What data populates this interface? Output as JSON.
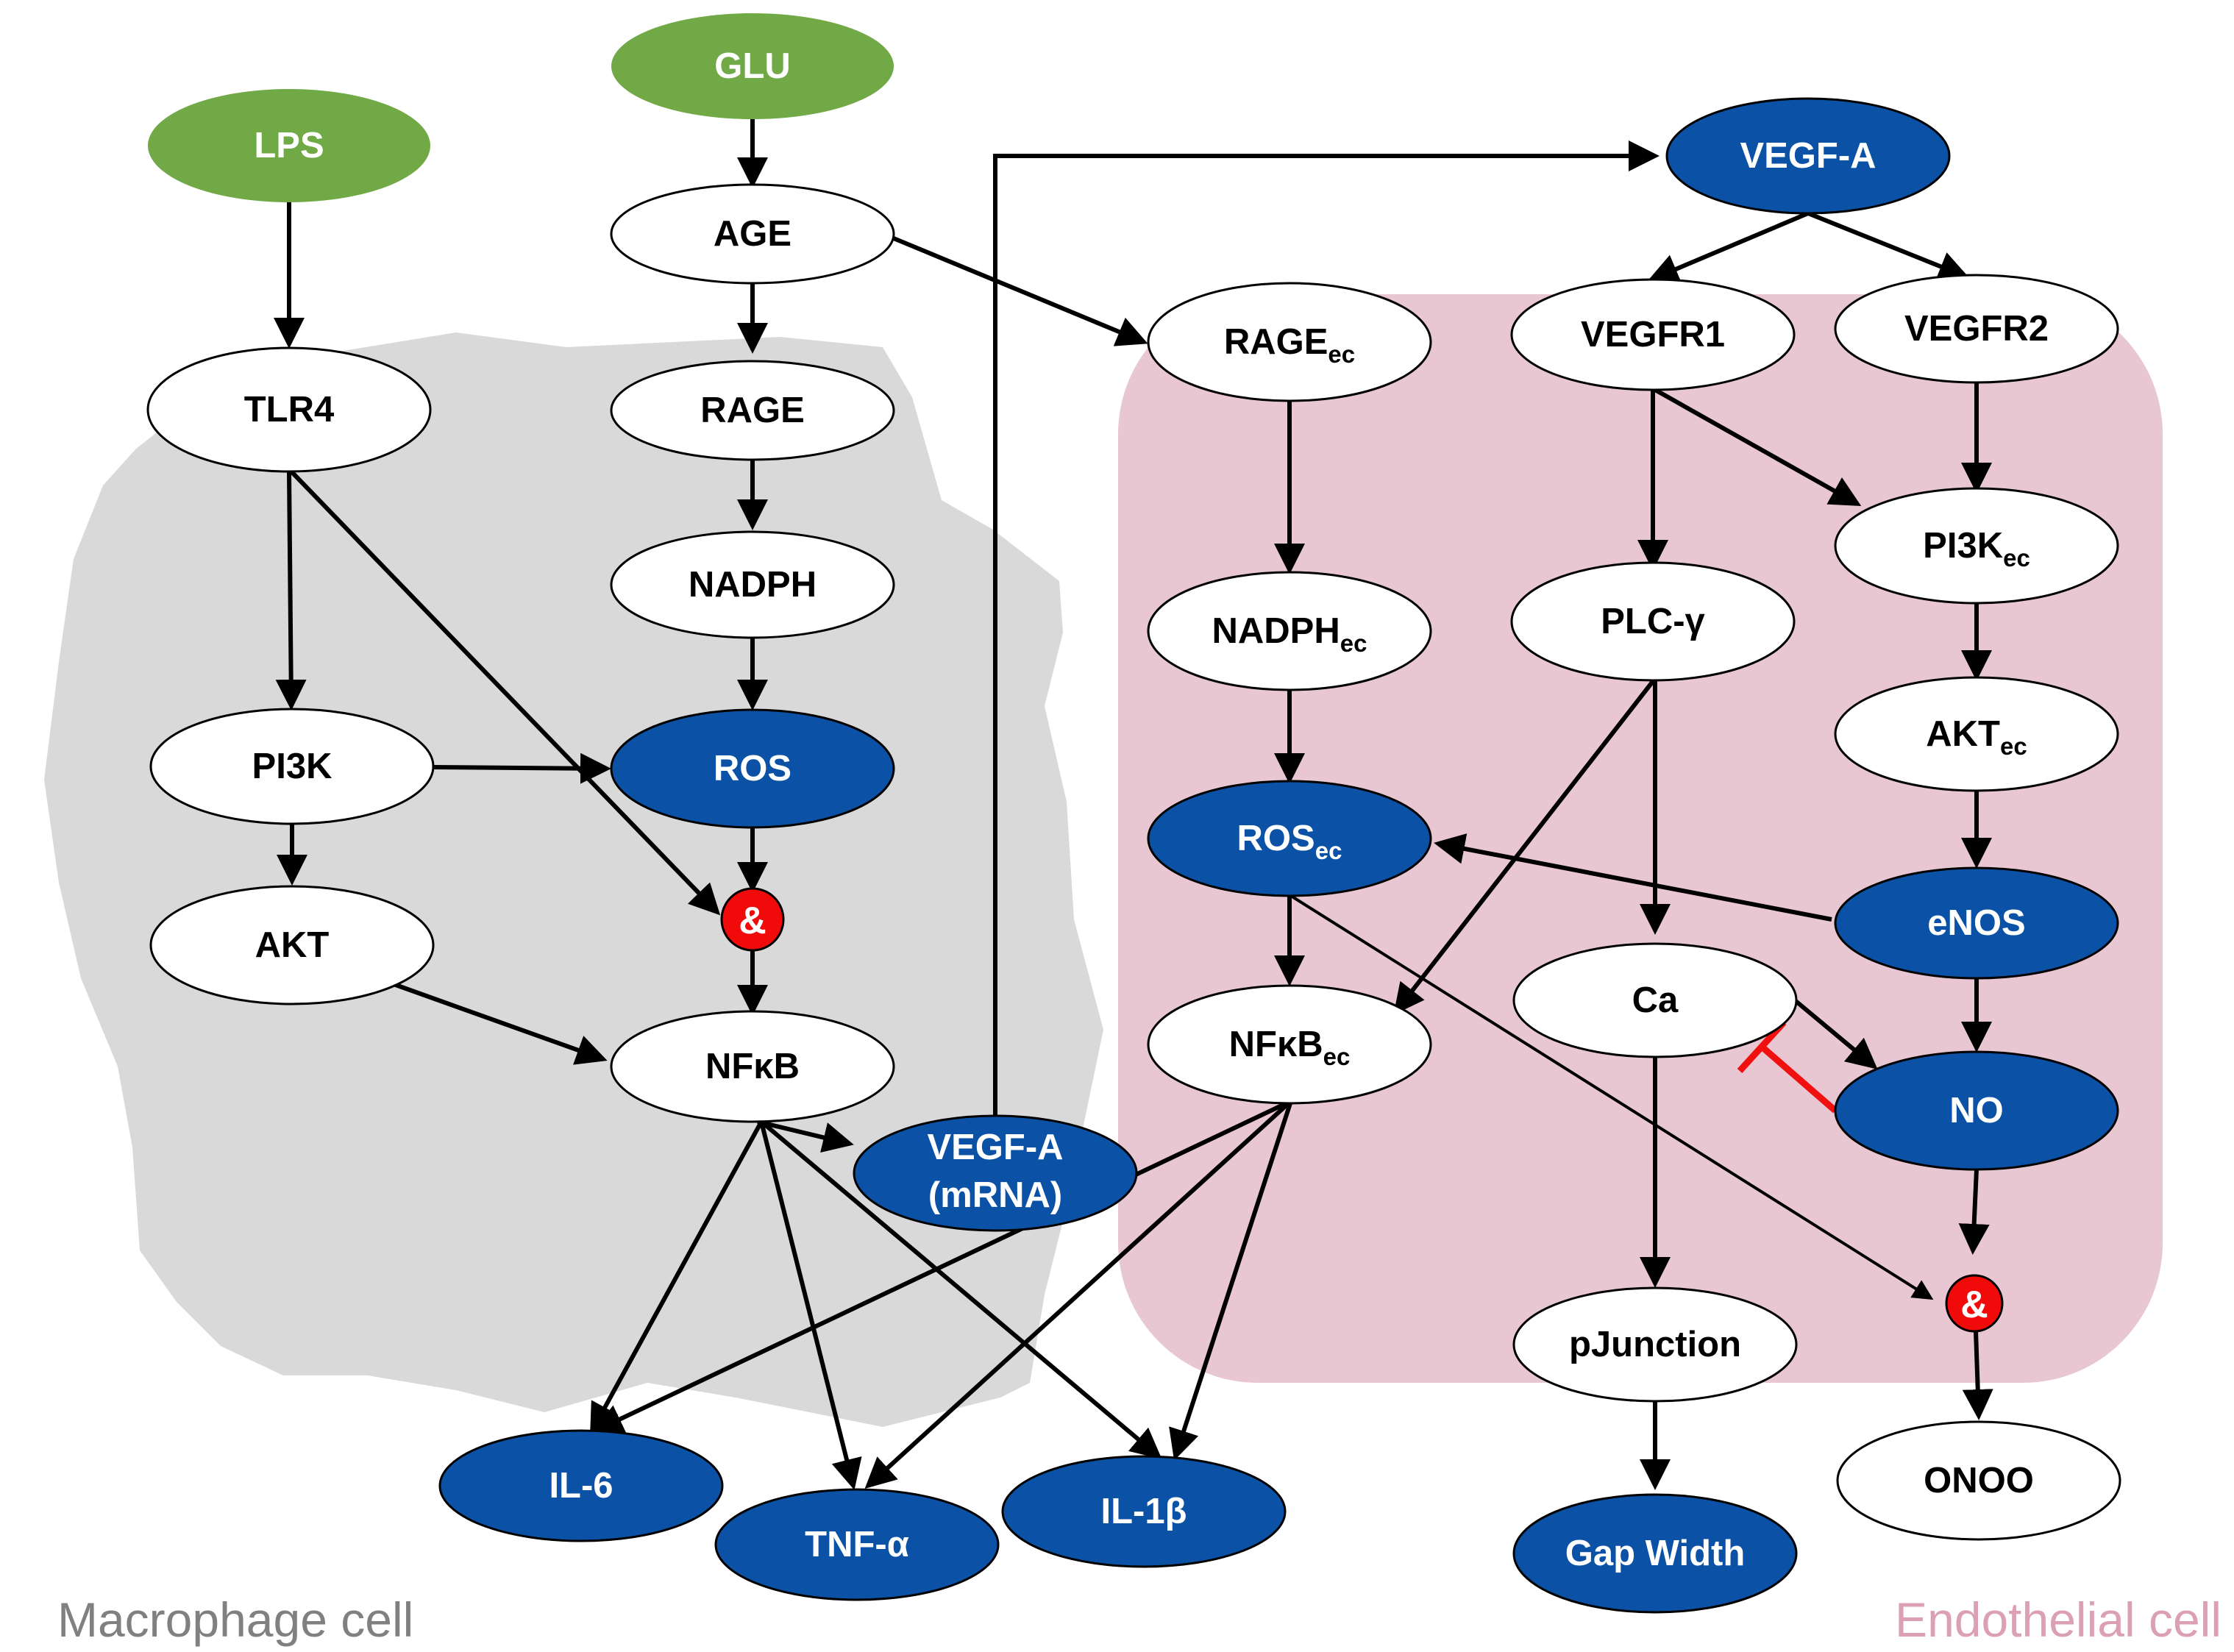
{
  "colors": {
    "input": "#70a946",
    "highlight": "#0b52a6",
    "neutral": "#ffffff",
    "and_gate": "#f00a0a",
    "inhibit": "#f01010",
    "macrophage_region": "#d9d9d9",
    "endothelial_region": "#e8c7d3",
    "macrophage_label": "#808080",
    "endothelial_label": "#dca0b5"
  },
  "regions": {
    "macrophage": "Macrophage cell",
    "endothelial": "Endothelial cell"
  },
  "nodes": {
    "lps": {
      "label": "LPS",
      "sub": "",
      "kind": "input"
    },
    "glu": {
      "label": "GLU",
      "sub": "",
      "kind": "input"
    },
    "tlr4": {
      "label": "TLR4",
      "sub": "",
      "kind": "neutral"
    },
    "age": {
      "label": "AGE",
      "sub": "",
      "kind": "neutral"
    },
    "rage": {
      "label": "RAGE",
      "sub": "",
      "kind": "neutral"
    },
    "nadph": {
      "label": "NADPH",
      "sub": "",
      "kind": "neutral"
    },
    "ros": {
      "label": "ROS",
      "sub": "",
      "kind": "highlight"
    },
    "pi3k": {
      "label": "PI3K",
      "sub": "",
      "kind": "neutral"
    },
    "akt": {
      "label": "AKT",
      "sub": "",
      "kind": "neutral"
    },
    "nfkb": {
      "label": "NFκB",
      "sub": "",
      "kind": "neutral"
    },
    "vegfa_mrna_line1": {
      "label": "VEGF-A",
      "sub": "",
      "kind": "highlight"
    },
    "vegfa_mrna_line2": {
      "label": "(mRNA)",
      "sub": "",
      "kind": "highlight"
    },
    "il6": {
      "label": "IL-6",
      "sub": "",
      "kind": "highlight"
    },
    "tnfa": {
      "label": "TNF-α",
      "sub": "",
      "kind": "highlight"
    },
    "il1b": {
      "label": "IL-1β",
      "sub": "",
      "kind": "highlight"
    },
    "vegfa": {
      "label": "VEGF-A",
      "sub": "",
      "kind": "highlight"
    },
    "rage_ec": {
      "label": "RAGE",
      "sub": "ec",
      "kind": "neutral"
    },
    "nadph_ec": {
      "label": "NADPH",
      "sub": "ec",
      "kind": "neutral"
    },
    "ros_ec": {
      "label": "ROS",
      "sub": "ec",
      "kind": "highlight"
    },
    "nfkb_ec": {
      "label": "NFκB",
      "sub": "ec",
      "kind": "neutral"
    },
    "vegfr1": {
      "label": "VEGFR1",
      "sub": "",
      "kind": "neutral"
    },
    "vegfr2": {
      "label": "VEGFR2",
      "sub": "",
      "kind": "neutral"
    },
    "plcg": {
      "label": "PLC-γ",
      "sub": "",
      "kind": "neutral"
    },
    "pi3k_ec": {
      "label": "PI3K",
      "sub": "ec",
      "kind": "neutral"
    },
    "akt_ec": {
      "label": "AKT",
      "sub": "ec",
      "kind": "neutral"
    },
    "enos": {
      "label": "eNOS",
      "sub": "",
      "kind": "highlight"
    },
    "ca": {
      "label": "Ca",
      "sub": "",
      "kind": "neutral"
    },
    "no": {
      "label": "NO",
      "sub": "",
      "kind": "highlight"
    },
    "pjunction": {
      "label": "pJunction",
      "sub": "",
      "kind": "neutral"
    },
    "gap_width": {
      "label": "Gap Width",
      "sub": "",
      "kind": "highlight"
    },
    "onoo": {
      "label": "ONOO",
      "sub": "",
      "kind": "neutral"
    }
  },
  "and_gates": {
    "and_macrophage": "&",
    "and_endothelial": "&"
  },
  "edges": [
    {
      "from": "lps",
      "to": "tlr4",
      "type": "activate"
    },
    {
      "from": "glu",
      "to": "age",
      "type": "activate"
    },
    {
      "from": "age",
      "to": "rage",
      "type": "activate"
    },
    {
      "from": "age",
      "to": "rage_ec",
      "type": "activate"
    },
    {
      "from": "rage",
      "to": "nadph",
      "type": "activate"
    },
    {
      "from": "nadph",
      "to": "ros",
      "type": "activate"
    },
    {
      "from": "tlr4",
      "to": "pi3k",
      "type": "activate"
    },
    {
      "from": "tlr4",
      "to": "and_macrophage",
      "type": "activate"
    },
    {
      "from": "pi3k",
      "to": "ros",
      "type": "activate"
    },
    {
      "from": "pi3k",
      "to": "akt",
      "type": "activate"
    },
    {
      "from": "ros",
      "to": "and_macrophage",
      "type": "activate"
    },
    {
      "from": "and_macrophage",
      "to": "nfkb",
      "type": "activate"
    },
    {
      "from": "akt",
      "to": "nfkb",
      "type": "activate"
    },
    {
      "from": "nfkb",
      "to": "vegfa_mrna",
      "type": "activate"
    },
    {
      "from": "nfkb",
      "to": "il6",
      "type": "activate"
    },
    {
      "from": "nfkb",
      "to": "tnfa",
      "type": "activate"
    },
    {
      "from": "nfkb",
      "to": "il1b",
      "type": "activate"
    },
    {
      "from": "vegfa_mrna",
      "to": "vegfa",
      "type": "activate"
    },
    {
      "from": "vegfa",
      "to": "vegfr1",
      "type": "activate"
    },
    {
      "from": "vegfa",
      "to": "vegfr2",
      "type": "activate"
    },
    {
      "from": "rage_ec",
      "to": "nadph_ec",
      "type": "activate"
    },
    {
      "from": "nadph_ec",
      "to": "ros_ec",
      "type": "activate"
    },
    {
      "from": "ros_ec",
      "to": "nfkb_ec",
      "type": "activate"
    },
    {
      "from": "ros_ec",
      "to": "and_endothelial",
      "type": "activate"
    },
    {
      "from": "nfkb_ec",
      "to": "il6",
      "type": "activate"
    },
    {
      "from": "nfkb_ec",
      "to": "tnfa",
      "type": "activate"
    },
    {
      "from": "nfkb_ec",
      "to": "il1b",
      "type": "activate"
    },
    {
      "from": "vegfr1",
      "to": "plcg",
      "type": "activate"
    },
    {
      "from": "vegfr1",
      "to": "pi3k_ec",
      "type": "activate"
    },
    {
      "from": "vegfr2",
      "to": "pi3k_ec",
      "type": "activate"
    },
    {
      "from": "plcg",
      "to": "nfkb_ec",
      "type": "activate"
    },
    {
      "from": "plcg",
      "to": "ca",
      "type": "activate"
    },
    {
      "from": "pi3k_ec",
      "to": "akt_ec",
      "type": "activate"
    },
    {
      "from": "akt_ec",
      "to": "enos",
      "type": "activate"
    },
    {
      "from": "enos",
      "to": "ros_ec",
      "type": "activate"
    },
    {
      "from": "enos",
      "to": "no",
      "type": "activate"
    },
    {
      "from": "ca",
      "to": "no",
      "type": "activate"
    },
    {
      "from": "no",
      "to": "ca",
      "type": "inhibit"
    },
    {
      "from": "ca",
      "to": "pjunction",
      "type": "activate"
    },
    {
      "from": "pjunction",
      "to": "gap_width",
      "type": "activate"
    },
    {
      "from": "no",
      "to": "and_endothelial",
      "type": "activate"
    },
    {
      "from": "and_endothelial",
      "to": "onoo",
      "type": "activate"
    }
  ]
}
